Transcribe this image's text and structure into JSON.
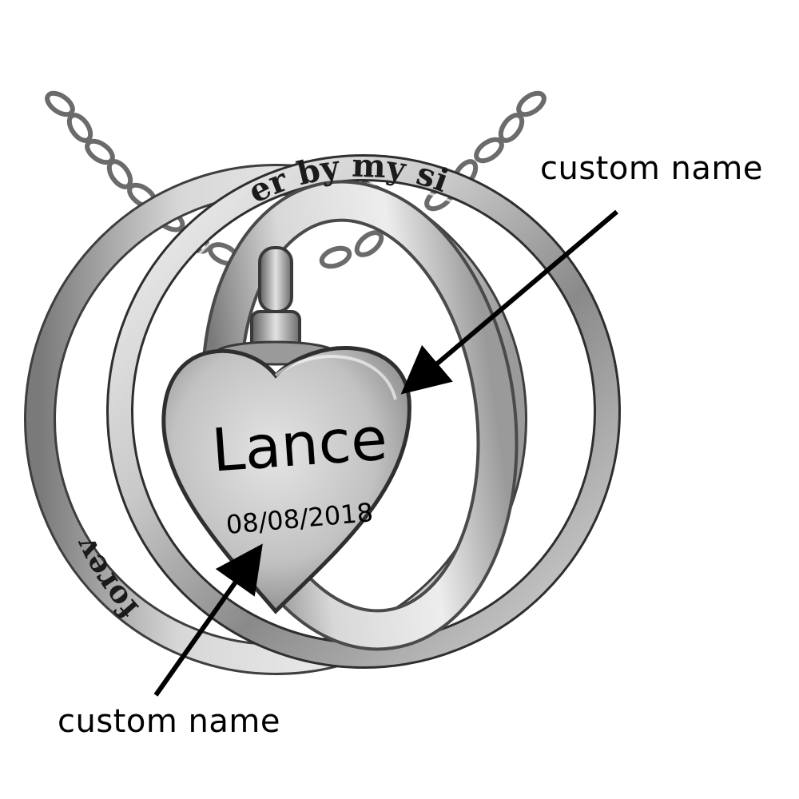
{
  "product": {
    "engraving": {
      "name": "Lance",
      "date": "08/08/2018"
    },
    "ring_inscription_visible": {
      "left_arc": "forev",
      "right_arc": "er by my si"
    }
  },
  "callouts": {
    "top_label": "custom name",
    "bottom_label": "custom name"
  },
  "colors": {
    "background": "#ffffff",
    "metal_light": "#e9e9e9",
    "metal_mid": "#b7b7b7",
    "metal_dark": "#5c5c5c",
    "arrow": "#000000"
  }
}
